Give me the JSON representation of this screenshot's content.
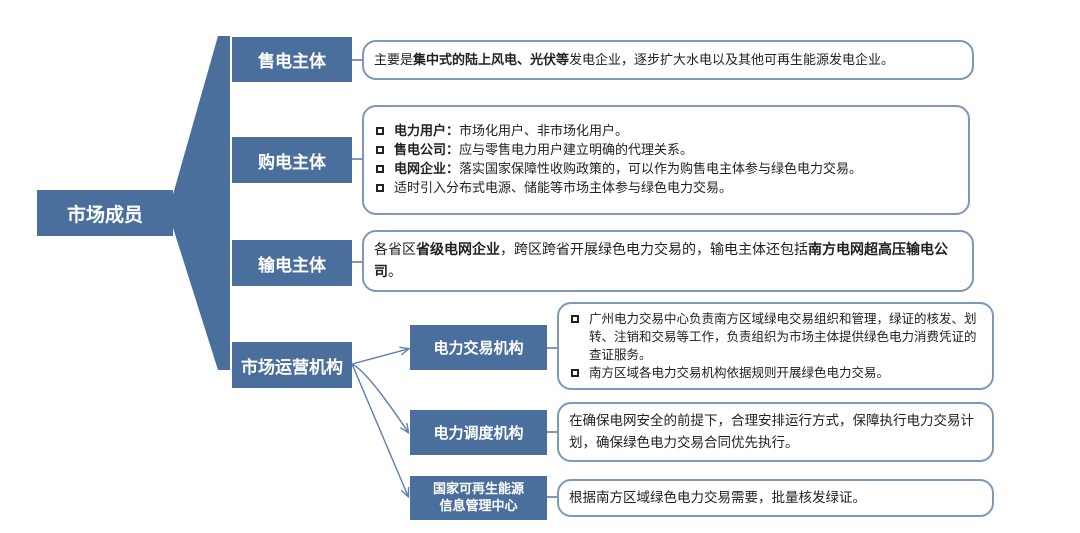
{
  "root": "市场成员",
  "sell": {
    "label": "售电主体",
    "desc_pre": "主要是",
    "desc_bold": "集中式的陆上风电、光伏等",
    "desc_post": "发电企业，逐步扩大水电以及其他可再生能源发电企业。"
  },
  "buy": {
    "label": "购电主体",
    "items": [
      {
        "bold": "电力用户：",
        "text": "市场化用户、非市场化用户。"
      },
      {
        "bold": "售电公司：",
        "text": "应与零售电力用户建立明确的代理关系。"
      },
      {
        "bold": "电网企业：",
        "text": "落实国家保障性收购政策的，可以作为购售电主体参与绿色电力交易。"
      },
      {
        "bold": "",
        "text": "适时引入分布式电源、储能等市场主体参与绿色电力交易。"
      }
    ]
  },
  "trans": {
    "label": "输电主体",
    "t1": "各省区",
    "b1": "省级电网企业",
    "t2": "，跨区跨省开展绿色电力交易的，输电主体还包括",
    "b2": "南方电网超高压输电公司",
    "t3": "。"
  },
  "ops": {
    "label": "市场运营机构",
    "trading": {
      "label": "电力交易机构",
      "items": [
        "广州电力交易中心负责南方区域绿电交易组织和管理，绿证的核发、划转、注销和交易等工作，负责组织为市场主体提供绿色电力消费凭证的查证服务。",
        "南方区域各电力交易机构依据规则开展绿色电力交易。"
      ]
    },
    "dispatch": {
      "label": "电力调度机构",
      "desc": "在确保电网安全的前提下，合理安排运行方式，保障执行电力交易计划，确保绿色电力交易合同优先执行。"
    },
    "info": {
      "label_line1": "国家可再生能源",
      "label_line2": "信息管理中心",
      "desc": "根据南方区域绿色电力交易需要，批量核发绿证。"
    }
  }
}
